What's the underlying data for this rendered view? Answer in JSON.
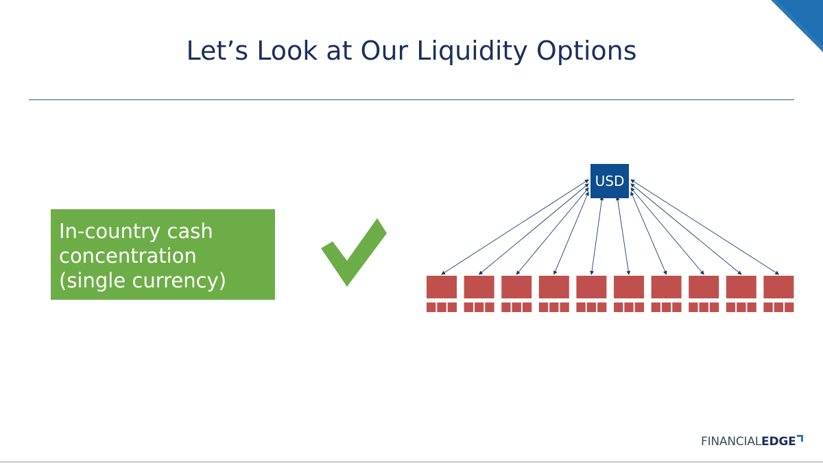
{
  "slide": {
    "title": "Let’s Look at Our Liquidity Options",
    "option_text": "In-country cash concentration (single currency)",
    "status": "check"
  },
  "diagram": {
    "header_account": "USD",
    "entity_count": 10,
    "sub_accounts_per_entity": 3
  },
  "logo": {
    "part1": "FINANCIAL",
    "part2": "EDGE"
  },
  "colors": {
    "title": "#1b2f5b",
    "green": "#6dad47",
    "usd_box": "#0e4d8f",
    "entity": "#c0504d",
    "accent": "#1f6fb3"
  }
}
